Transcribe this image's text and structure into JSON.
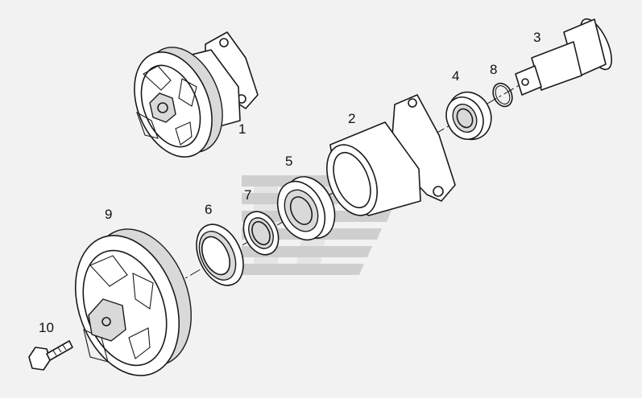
{
  "parts": [
    {
      "id": "1",
      "label": "1"
    },
    {
      "id": "2",
      "label": "2"
    },
    {
      "id": "3",
      "label": "3"
    },
    {
      "id": "4",
      "label": "4"
    },
    {
      "id": "5",
      "label": "5"
    },
    {
      "id": "6",
      "label": "6"
    },
    {
      "id": "7",
      "label": "7"
    },
    {
      "id": "8",
      "label": "8"
    },
    {
      "id": "9",
      "label": "9"
    },
    {
      "id": "10",
      "label": "10"
    }
  ]
}
